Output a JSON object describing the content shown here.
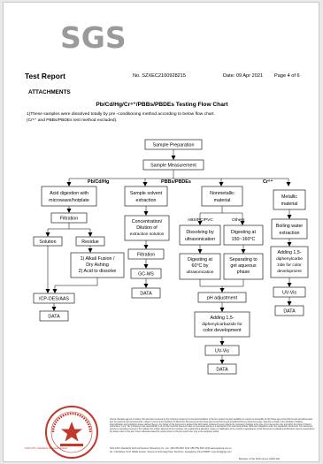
{
  "header": {
    "logo": "SGS",
    "report_title": "Test Report",
    "report_no": "No. SZXEC2100928215",
    "date": "Date: 09 Apr 2021",
    "page": "Page 4 of 6"
  },
  "section": {
    "attachments": "ATTACHMENTS",
    "flow_title": "Pb/Cd/Hg/Cr⁶⁺/PBBs/PBDEs Testing Flow Chart",
    "note_line1": "1)These samples were dissolved totally by pre -conditioning method according to below flow chart.",
    "note_line2": "(Cr⁶⁺ and PBBs/PBDEs test method excluded)."
  },
  "flow": {
    "sample_prep": "Sample Preparation",
    "sample_meas": "Sample Measurement",
    "branch_pb": "Pb/Cd/Hg",
    "branch_pbb": "PBBs/PBDEs",
    "branch_cr": "Cr⁶⁺",
    "acid_l1": "Acid digestion with",
    "acid_l2": "microwave/hotplate",
    "filtration": "Filtration",
    "solution": "Solution",
    "residue": "Residue",
    "alkali_l1": "1) Alkali Fusion /",
    "alkali_l2": "Dry Ashing",
    "alkali_l3": "2) Acid to dissolve",
    "icp": "ICP-OES/AAS",
    "data": "DATA",
    "solvent_l1": "Sample solvent",
    "solvent_l2": "extraction",
    "conc_l1": "Concentration/",
    "conc_l2": "Dilution of",
    "conc_l3": "extraction solution",
    "filtration2": "Filtration",
    "gcms": "GC-MS",
    "data2": "DATA",
    "nonmet_l1": "Nonmetallic",
    "nonmet_l2": "material",
    "abs": "ABS/PC/PVC",
    "others": "Others",
    "dissolve_l1": "Dissolving by",
    "dissolve_l2": "ultrasonication",
    "digest150_l1": "Digesting at",
    "digest150_l2": "150~160°C",
    "digest60_l1": "Digesting at",
    "digest60_l2": "60°C by",
    "digest60_l3": "ultrasonication",
    "separate_l1": "Separating to",
    "separate_l2": "get aqueous",
    "separate_l3": "phase",
    "ph": "pH adjustment",
    "adding_l1": "Adding 1,5-",
    "adding_l2": "diphenylcarbazide for",
    "adding_l3": "color development",
    "uvvis": "UV-Vis",
    "data3": "DATA",
    "metal_l1": "Metallic",
    "metal_l2": "material",
    "boil_l1": "Boiling water",
    "boil_l2": "extraction",
    "add2_l1": "Adding 1,5-",
    "add2_l2": "diphenylcarbe",
    "add2_l3": "zide for color",
    "add2_l4": "development",
    "uvvis2": "UV-Vis",
    "data4": "DATA"
  },
  "footer": {
    "disclaimer": "Unless otherwise agreed in writing, this document is issued by the Company subject to its General Conditions of Service printed overleaf, available on request or accessible at http://www.sgs.com/en/Terms-and-Conditions.aspx and, for electronic format documents, subject to Terms and Conditions for Electronic Documents at http://www.sgs.com/en/Terms-and-Conditions/Terms-e-Document.aspx. Attention is drawn to the limitation of liability, indemnification and jurisdiction issues defined therein. Any holder of this document is advised that information contained hereon reflects the Company's findings at the time of its intervention only and within the limits of Client's instructions, if any. The Company's sole responsibility is to its Client and this document does not exonerate parties to a transaction from exercising all their rights and obligations under the transaction documents. This document cannot be reproduced except in full, without prior written approval of the Company. Any unauthorized alteration, forgery or falsification of the content or appearance of this document is unlawful and offenders may be prosecuted to the fullest extent of the law. Unless otherwise stated the results shown in this test report refer only to the sample(s) tested.",
    "address_en": "SGS-CSTC Standards Technical Services (Shenzhen) Co., Ltd.   t (86-755) 8307 1443   f (86-755) 8307 1443   www.sgsgroup.com.cn",
    "address_cn": "No. 1 Workshop, M-10, Middle Section, Science & Technology Park, Shenzhen, Guangdong, China 518057   e sgs.china@sgs.com",
    "member": "Member of the SGS Group (SGS SA)",
    "stamp_text": "SGS-CSTC Standards Technical Services"
  }
}
